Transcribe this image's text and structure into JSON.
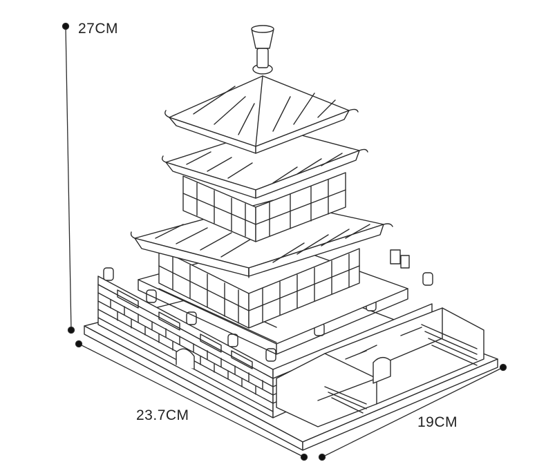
{
  "dimensions": {
    "height": "27CM",
    "width": "23.7CM",
    "depth": "19CM"
  },
  "colors": {
    "line": "#2a2a2a",
    "fill": "#ffffff",
    "dot": "#111111"
  }
}
